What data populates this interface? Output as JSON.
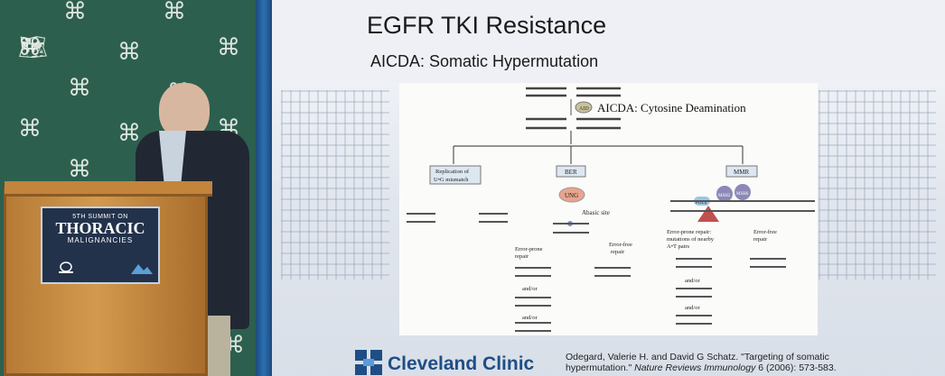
{
  "slide": {
    "title": "EGFR TKI Resistance",
    "subtitle": "AICDA: Somatic Hypermutation",
    "footer_org": "Cleveland Clinic",
    "citation_1": "Odegard, Valerie H. and David G Schatz. \"Targeting of somatic",
    "citation_2": "hypermutation.\" ",
    "citation_journal": "Nature Reviews Immunology",
    "citation_3": " 6 (2006): 573-583."
  },
  "podium": {
    "line1": "5TH SUMMIT ON",
    "line2": "THORACIC",
    "line3": "MALIGNANCIES"
  },
  "figure": {
    "label_aid": "AICDA: Cytosine Deamination",
    "aid_badge": "AID",
    "branch_replication": "Replication of",
    "branch_replication_2": "U•G mismatch",
    "branch_ber": "BER",
    "branch_mmr": "MMR",
    "ung": "UNG",
    "abasic": "Abasic site",
    "error_prone": "Error-prone",
    "repair": "repair",
    "error_free": "Error-free",
    "andor": "and/or",
    "mmr_error_prone_1": "Error-prone repair:",
    "mmr_error_prone_2": "mutations of nearby",
    "mmr_error_prone_3": "A•T pairs",
    "pol_eta": "POLη",
    "msh2": "MSH2",
    "msh6": "MSH6"
  }
}
